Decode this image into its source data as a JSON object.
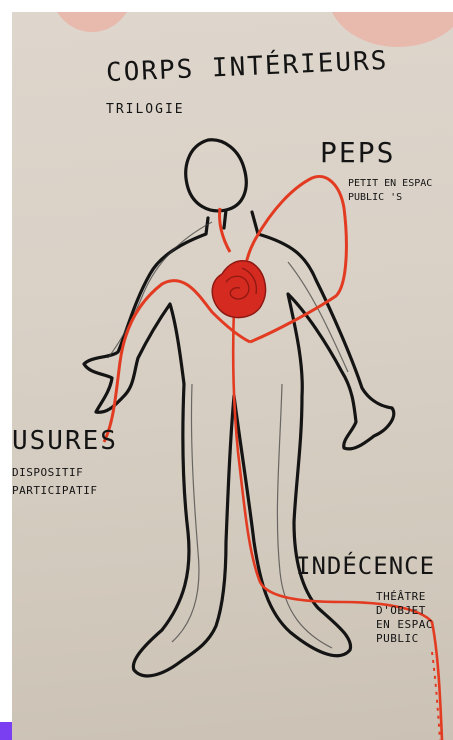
{
  "title": "CORPS INTÉRIEURS",
  "subtitle": "TRILOGIE",
  "labels": {
    "peps": "PEPS",
    "peps_sub": [
      "PETIT EN ESPAC",
      "PUBLIC 'S"
    ],
    "usures": "USURES",
    "usures_sub": [
      "DISPOSITIF",
      "PARTICIPATIF"
    ],
    "indecence": "INDÉCENCE",
    "indecence_sub": [
      "THÉÂTRE",
      "D'OBJET",
      "EN ESPAC",
      "PUBLIC"
    ]
  },
  "colors": {
    "ink": "#141414",
    "red": "#e23b22",
    "heart": "#d42a20",
    "paper": "#d9d1c6"
  }
}
